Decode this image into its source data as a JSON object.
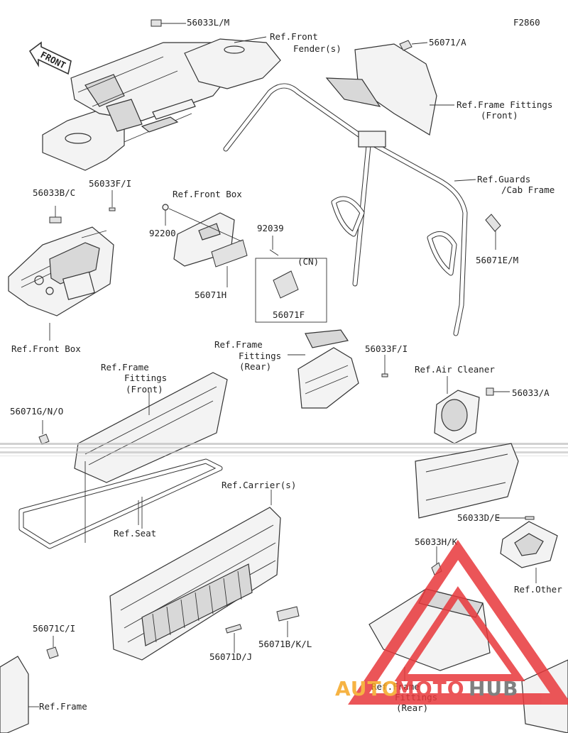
{
  "diagram_code": "F2860",
  "direction_label": "FRONT",
  "labels": {
    "l_56033LM": "56033L/M",
    "l_ref_front_fender_1": "Ref.Front",
    "l_ref_front_fender_2": "Fender(s)",
    "l_56071A": "56071/A",
    "l_ref_frame_fittings_front_1": "Ref.Frame Fittings",
    "l_ref_frame_fittings_front_2": "(Front)",
    "l_ref_guards_1": "Ref.Guards",
    "l_ref_guards_2": "/Cab Frame",
    "l_56033BC": "56033B/C",
    "l_56033FI_top": "56033F/I",
    "l_ref_front_box_top": "Ref.Front Box",
    "l_92200": "92200",
    "l_92039": "92039",
    "l_cn": "(CN)",
    "l_56071H": "56071H",
    "l_56071F": "56071F",
    "l_56071EM": "56071E/M",
    "l_ref_front_box_bottom": "Ref.Front Box",
    "l_ref_frame_fittings_rear_1": "Ref.Frame",
    "l_ref_frame_fittings_rear_2": "Fittings",
    "l_ref_frame_fittings_rear_3": "(Rear)",
    "l_56033FI_mid": "56033F/I",
    "l_ref_frame_fittings_front_mid_1": "Ref.Frame",
    "l_ref_frame_fittings_front_mid_2": "Fittings",
    "l_ref_frame_fittings_front_mid_3": "(Front)",
    "l_ref_air_cleaner": "Ref.Air Cleaner",
    "l_56033A": "56033/A",
    "l_56071GNO": "56071G/N/O",
    "l_ref_carriers": "Ref.Carrier(s)",
    "l_ref_seat": "Ref.Seat",
    "l_56033DE": "56033D/E",
    "l_56033HK": "56033H/K",
    "l_ref_other": "Ref.Other",
    "l_56071CI": "56071C/I",
    "l_ref_frame_bottom": "Ref.Frame",
    "l_56071DJ": "56071D/J",
    "l_56071BKL": "56071B/K/L",
    "l_ref_frame_fittings_rear_bottom_1": "Ref.Frame",
    "l_ref_frame_fittings_rear_bottom_2": "Fittings",
    "l_ref_frame_fittings_rear_bottom_3": "(Rear)"
  },
  "watermark": {
    "part1": "AUTO",
    "part2": "MOTO",
    "part3": "HUB",
    "color_orange": "#f5a623",
    "color_red": "#e8383b",
    "color_grey": "#6b6b6b"
  }
}
